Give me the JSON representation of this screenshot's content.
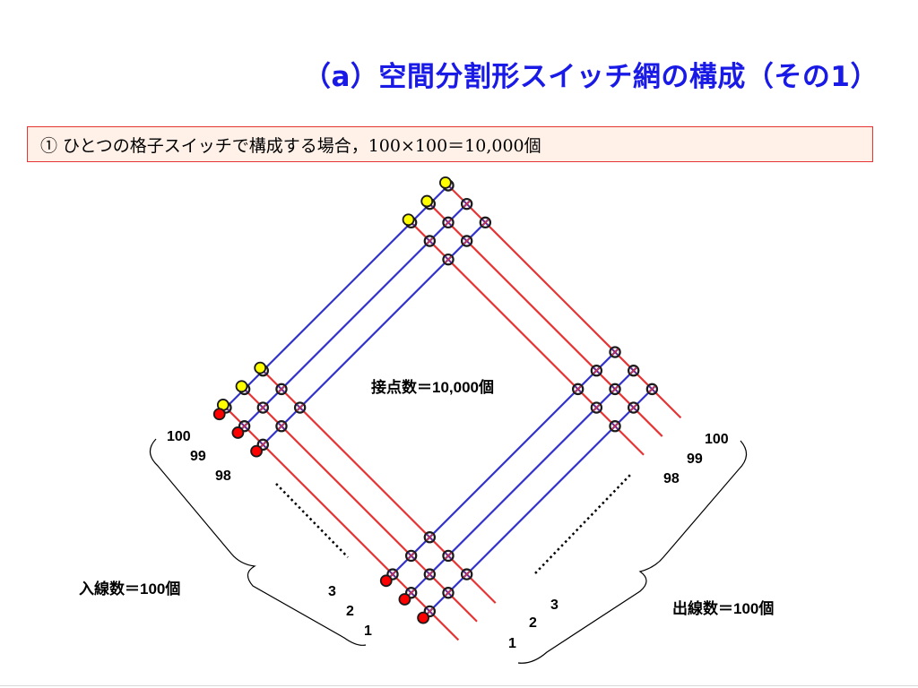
{
  "title": "（a）空間分割形スイッチ網の構成（その1）",
  "subtitle": "① ひとつの格子スイッチで構成する場合，100×100＝10,000個",
  "diagram": {
    "contact_count_label": "接点数＝10,000個",
    "input_lines_label": "入線数＝100個",
    "output_lines_label": "出線数＝100個",
    "input_labels_top": [
      "100",
      "99",
      "98"
    ],
    "input_labels_bottom": [
      "3",
      "2",
      "1"
    ],
    "output_labels_top": [
      "100",
      "99",
      "98"
    ],
    "output_labels_bottom": [
      "3",
      "2",
      "1"
    ],
    "colors": {
      "title": "#1a1ae6",
      "input_line": "#e63333",
      "output_line": "#3333cc",
      "input_terminal": "#ffff00",
      "output_terminal": "#ff0000",
      "box_border": "#e63333",
      "box_fill": "#fff1e8"
    }
  }
}
